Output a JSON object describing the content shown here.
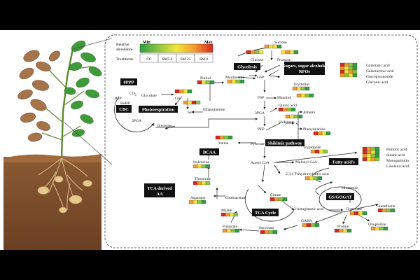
{
  "legend": {
    "scale_min": "Min",
    "scale_max": "Max",
    "row1_label_a": "Relative",
    "row1_label_b": "abundance",
    "row2_label": "Treatments",
    "treatments": [
      "CC",
      "SM5 0",
      "SM 25",
      "SM 0"
    ],
    "gradient_colors": [
      "#2e9e44",
      "#8cc63f",
      "#f3e53a",
      "#f39a2c",
      "#d9261c"
    ]
  },
  "pathways": {
    "glycolysis": "Glycolysis",
    "sugars_a": "Sugars, sugar alcohols,",
    "sugars_b": "RFOs",
    "oppp": "0PPP",
    "cbc": "CBC",
    "photorespiration": "Photorespiration",
    "shikimic": "Shikimic pathway",
    "fatty": "Fatty acid's",
    "bcaa": "BCAA",
    "tca_derived_a": "TCA derived",
    "tca_derived_b": "AA",
    "tca_cycle": "TCA Cycle",
    "gsgogat": "GS/GOGAT"
  },
  "metabolites": {
    "sucrose": "Sucrose",
    "glucose": "Glucose",
    "fructose": "Fructose",
    "myoinositol": "Myoinositol",
    "g6p": "G6P",
    "pinitol": "Pinitol",
    "erythritol": "Erythritol",
    "galactaric": "Galactaric acid",
    "galacturonic": "Galacturonic acid",
    "glucopyranoside": "Glucopyranoside",
    "gluconic": "Gluconic acid",
    "co2": "CO",
    "co2_sub": "2",
    "r5p": "R5P",
    "rubp": "RuBP",
    "glycolate": "Glycolate",
    "gly": "Gly",
    "ser": "Ser",
    "ethanolamine": "Ethanolamine",
    "glycerate": "Glycerate",
    "pga3_left": "3PGA",
    "f6p": "F6P",
    "mannitol": "Mannitol",
    "pga3": "3PGA",
    "quinic": "Quinic acid",
    "pep": "PEP",
    "shikimate": "Shikimate",
    "arbutin": "Arbutin",
    "phenylalanine": "Phenylalanine",
    "tryptophan": "Tryptophan",
    "valine": "Valine",
    "pyruvate": "Pyruvate",
    "isoleucine": "Isoleucine",
    "acetylcoa": "Acetyl CoA",
    "malonylcoa": "Malonyl CoA",
    "palmitic": "Palmitic acid",
    "stearic": "Stearic acid",
    "monopalmitin": "Monopalmitin",
    "linolenic": "Linolenic acid",
    "trihydroxy": "2,3,4 Trihydroxybutric acid",
    "threonine": "Threonine",
    "aspartate": "Aspartate",
    "oxaloacetate": "Oxaloacetate",
    "citrate": "Citrate",
    "glutamine": "Glutamine",
    "glutamate": "Glutamate",
    "glutathione": "Glutathione",
    "oxoproline": "Oxoproline",
    "ketoglutaric": "2-ketoglutaric acid",
    "malate": "Malate",
    "fumarate": "Fumarate",
    "succinate": "Succinate",
    "gaba": "GABA",
    "proline": "Proline"
  },
  "colors": {
    "dark_green": "#2e9e44",
    "light_green": "#8cc63f",
    "yellow": "#f3e53a",
    "orange": "#f39a2c",
    "red": "#d9261c",
    "label_box": "#111111"
  },
  "heatmaps": [
    {
      "id": "sucrose",
      "cols": 4,
      "cells": [
        "orange",
        "yellow",
        "yellow",
        "dark_green"
      ]
    },
    {
      "id": "glucose",
      "cols": 4,
      "cells": [
        "red",
        "orange",
        "light_green",
        "yellow"
      ]
    },
    {
      "id": "fructose",
      "cols": 4,
      "cells": [
        "yellow",
        "orange",
        "yellow",
        "dark_green"
      ]
    },
    {
      "id": "myoinositol",
      "cols": 4,
      "cells": [
        "orange",
        "yellow",
        "light_green",
        "dark_green"
      ]
    },
    {
      "id": "pinitol",
      "cols": 4,
      "cells": [
        "red",
        "yellow",
        "light_green",
        "dark_green"
      ]
    },
    {
      "id": "erythritol",
      "cols": 4,
      "cells": [
        "orange",
        "yellow",
        "light_green",
        "dark_green"
      ]
    },
    {
      "id": "sugar_acids",
      "cols": 4,
      "cells": [
        "red",
        "orange",
        "light_green",
        "dark_green",
        "orange",
        "yellow",
        "light_green",
        "dark_green",
        "red",
        "yellow",
        "orange",
        "light_green",
        "orange",
        "light_green",
        "yellow",
        "dark_green"
      ]
    },
    {
      "id": "gly",
      "cols": 4,
      "cells": [
        "red",
        "orange",
        "yellow",
        "dark_green"
      ]
    },
    {
      "id": "ser",
      "cols": 4,
      "cells": [
        "orange",
        "yellow",
        "red",
        "light_green"
      ]
    },
    {
      "id": "mannitol",
      "cols": 4,
      "cells": [
        "orange",
        "yellow",
        "light_green",
        "dark_green"
      ]
    },
    {
      "id": "quinic",
      "cols": 4,
      "cells": [
        "red",
        "orange",
        "light_green",
        "dark_green"
      ]
    },
    {
      "id": "arbutin",
      "cols": 4,
      "cells": [
        "orange",
        "yellow",
        "light_green",
        "dark_green"
      ]
    },
    {
      "id": "phenylalanine",
      "cols": 4,
      "cells": [
        "red",
        "orange",
        "yellow",
        "dark_green"
      ]
    },
    {
      "id": "tryptophan",
      "cols": 4,
      "cells": [
        "orange",
        "red",
        "yellow",
        "light_green"
      ]
    },
    {
      "id": "valine",
      "cols": 4,
      "cells": [
        "red",
        "orange",
        "light_green",
        "dark_green"
      ]
    },
    {
      "id": "isoleucine",
      "cols": 4,
      "cells": [
        "orange",
        "yellow",
        "light_green",
        "dark_green"
      ]
    },
    {
      "id": "fatty_acids",
      "cols": 4,
      "cells": [
        "red",
        "orange",
        "light_green",
        "dark_green",
        "red",
        "orange",
        "yellow",
        "dark_green",
        "orange",
        "yellow",
        "light_green",
        "dark_green",
        "red",
        "yellow",
        "orange",
        "light_green"
      ]
    },
    {
      "id": "trihydroxy",
      "cols": 4,
      "cells": [
        "orange",
        "yellow",
        "light_green",
        "dark_green"
      ]
    },
    {
      "id": "threonine",
      "cols": 4,
      "cells": [
        "red",
        "orange",
        "yellow",
        "light_green"
      ]
    },
    {
      "id": "aspartate",
      "cols": 4,
      "cells": [
        "orange",
        "yellow",
        "light_green",
        "dark_green"
      ]
    },
    {
      "id": "citrate",
      "cols": 4,
      "cells": [
        "red",
        "orange",
        "light_green",
        "dark_green"
      ]
    },
    {
      "id": "glutamate",
      "cols": 4,
      "cells": [
        "orange",
        "red",
        "yellow",
        "dark_green"
      ]
    },
    {
      "id": "glutathione",
      "cols": 4,
      "cells": [
        "red",
        "orange",
        "light_green",
        "dark_green"
      ]
    },
    {
      "id": "oxoproline",
      "cols": 4,
      "cells": [
        "orange",
        "yellow",
        "light_green",
        "dark_green"
      ]
    },
    {
      "id": "malate",
      "cols": 4,
      "cells": [
        "red",
        "orange",
        "yellow",
        "light_green"
      ]
    },
    {
      "id": "fumarate",
      "cols": 4,
      "cells": [
        "orange",
        "yellow",
        "light_green",
        "dark_green"
      ]
    },
    {
      "id": "succinate",
      "cols": 4,
      "cells": [
        "red",
        "orange",
        "light_green",
        "dark_green"
      ]
    },
    {
      "id": "gaba",
      "cols": 4,
      "cells": [
        "orange",
        "red",
        "light_green",
        "dark_green"
      ]
    },
    {
      "id": "proline",
      "cols": 4,
      "cells": [
        "red",
        "orange",
        "yellow",
        "dark_green"
      ]
    }
  ]
}
